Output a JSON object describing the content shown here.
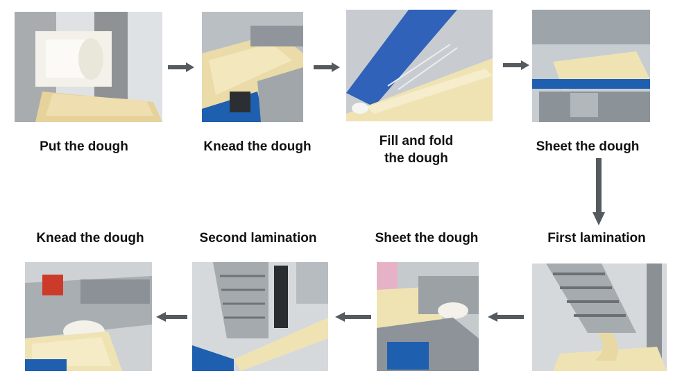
{
  "steps": [
    {
      "label": "Put the dough",
      "image": "dough-hopper-rollers-photo"
    },
    {
      "label": "Knead the dough",
      "image": "kneading-conveyor-photo"
    },
    {
      "label_lines": [
        "Fill and fold",
        "the dough"
      ],
      "image": "fill-fold-machine-photo"
    },
    {
      "label": "Sheet the dough",
      "image": "sheeting-conveyor-photo"
    },
    {
      "label": "First lamination",
      "image": "first-lamination-photo"
    },
    {
      "label": "Sheet the dough",
      "image": "sheeting-rollers-photo"
    },
    {
      "label": "Second lamination",
      "image": "second-lamination-photo"
    },
    {
      "label": "Knead the dough",
      "image": "final-kneading-photo"
    }
  ],
  "colors": {
    "arrow": "#555a5f",
    "dough": "#efe3b4",
    "steel": "#b7bcc0",
    "belt_blue": "#1f5fb0"
  }
}
